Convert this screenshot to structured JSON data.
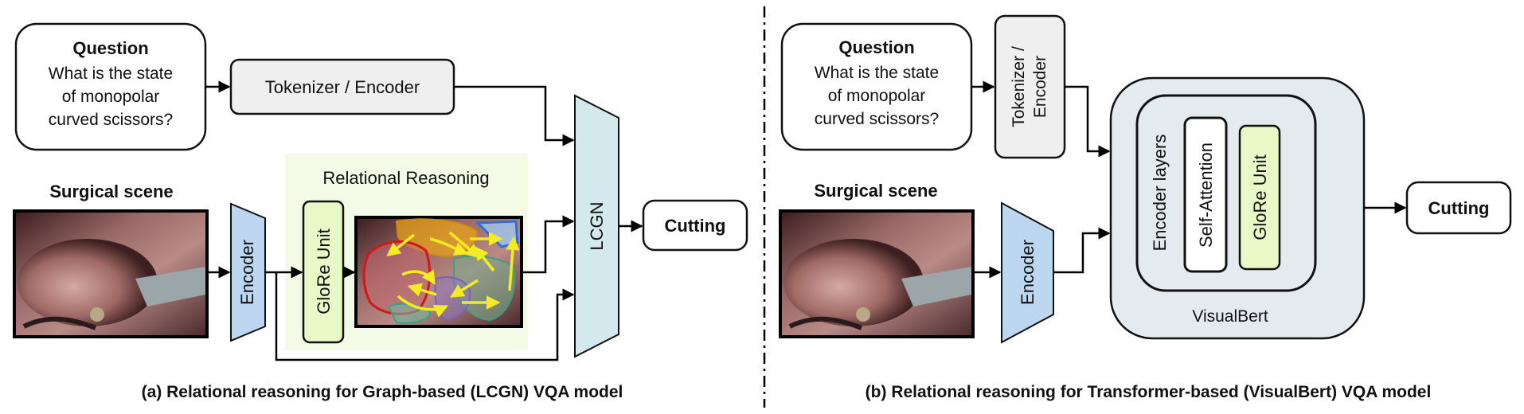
{
  "panel_a": {
    "question_title": "Question",
    "question_lines": [
      "What is the state",
      "of monopolar",
      "curved scissors?"
    ],
    "tokenizer_label": "Tokenizer / Encoder",
    "scene_title": "Surgical scene",
    "encoder_label": "Encoder",
    "relational_title": "Relational Reasoning",
    "glore_label": "GloRe Unit",
    "lcgn_label": "LCGN",
    "output_label": "Cutting",
    "caption": "(a) Relational reasoning for Graph-based (LCGN) VQA model"
  },
  "panel_b": {
    "question_title": "Question",
    "question_lines": [
      "What is the state",
      "of monopolar",
      "curved scissors?"
    ],
    "tokenizer_lines": [
      "Tokenizer /",
      "Encoder"
    ],
    "scene_title": "Surgical scene",
    "encoder_label": "Encoder",
    "encoder_layers_label": "Encoder layers",
    "self_attention_label": "Self-Attention",
    "glore_label": "GloRe Unit",
    "visualbert_label": "VisualBert",
    "output_label": "Cutting",
    "caption": "(b) Relational reasoning for Transformer-based (VisualBert) VQA model"
  },
  "colors": {
    "encoder_blue": "#bcd7ef",
    "lcgn_teal": "#d3e9ee",
    "relational_bg": "#f3fbe6",
    "glore_green": "#e9f8c7",
    "tokenizer_gray": "#efefef",
    "visualbert_bg": "#e3ebee",
    "arrow_yellow": "#f4ec22"
  }
}
